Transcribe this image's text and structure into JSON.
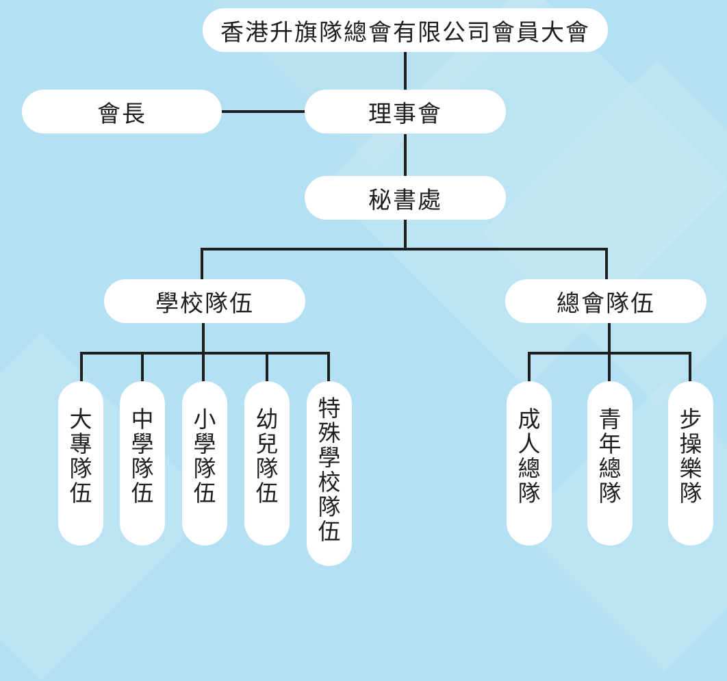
{
  "org_chart": {
    "top": "香港升旗隊總會有限公司會員大會",
    "council": "理事會",
    "chairman": "會長",
    "secretariat": "秘書處",
    "branches": [
      {
        "label": "學校隊伍",
        "units": [
          "大專隊伍",
          "中學隊伍",
          "小學隊伍",
          "幼兒隊伍",
          "特殊學校隊伍"
        ]
      },
      {
        "label": "總會隊伍",
        "units": [
          "成人總隊",
          "青年總隊",
          "步操樂隊"
        ]
      }
    ]
  },
  "colors": {
    "background": "#b3e0f2",
    "node_fill": "#ffffff",
    "connector": "#1e1e1e",
    "text": "#1e1e1e"
  }
}
